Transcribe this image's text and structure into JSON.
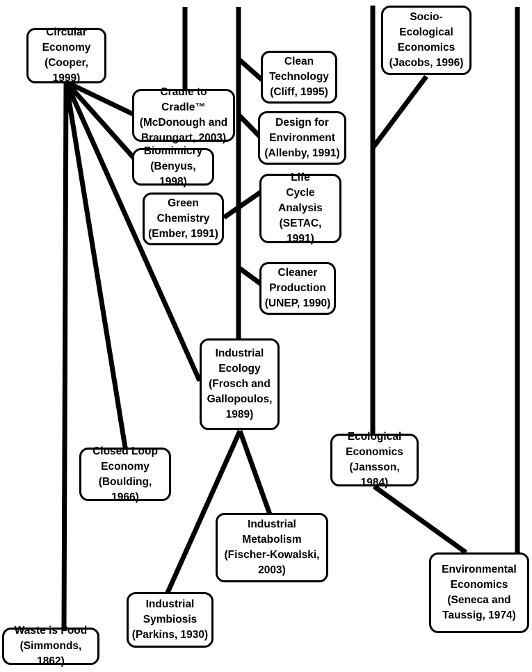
{
  "nodes": {
    "circular_economy": "Circular\nEconomy\n(Cooper, 1999)",
    "clean_technology": "Clean\nTechnology\n(Cliff, 1995)",
    "socio_ecological_economics": "Socio-\nEcological\nEconomics\n(Jacobs, 1996)",
    "cradle_to_cradle": "Cradle to Cradle™\n(McDonough and\nBraungart, 2003)",
    "design_for_environment": "Design for\nEnvironment\n(Allenby, 1991)",
    "biomimicry": "Biomimicry\n(Benyus, 1998)",
    "life_cycle_analysis": "Life\nCycle\nAnalysis\n(SETAC, 1991)",
    "green_chemistry": "Green\nChemistry\n(Ember, 1991)",
    "cleaner_production": "Cleaner\nProduction\n(UNEP, 1990)",
    "industrial_ecology": "Industrial\nEcology\n(Frosch and\nGallopoulos,\n1989)",
    "ecological_economics": "Ecological\nEconomics\n(Jansson, 1984)",
    "closed_loop_economy": "Closed Loop\nEconomy\n(Boulding, 1966)",
    "industrial_metabolism": "Industrial\nMetabolism\n(Fischer-Kowalski,\n2003)",
    "environmental_economics": "Environmental\nEconomics\n(Seneca and\nTaussig, 1974)",
    "industrial_symbiosis": "Industrial\nSymbiosis\n(Parkins, 1930)",
    "waste_is_food": "Waste is Food\n(Simmonds, 1862)"
  }
}
